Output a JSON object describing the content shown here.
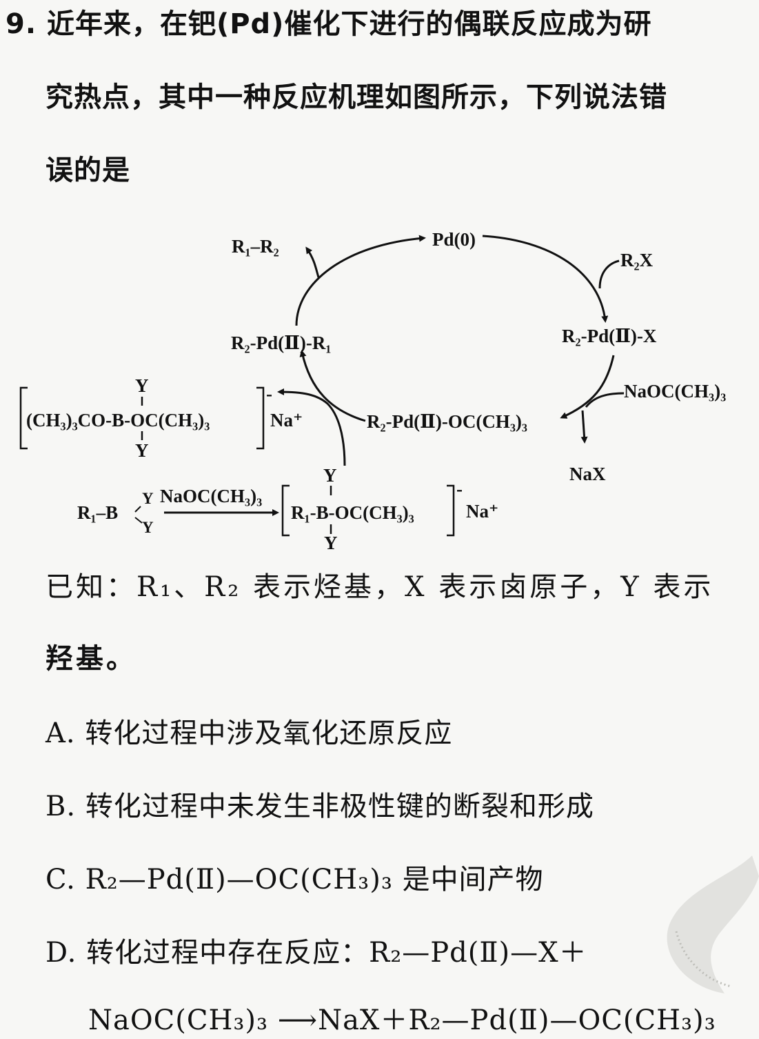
{
  "question": {
    "line1": "9. 近年来，在钯(Pd)催化下进行的偶联反应成为研",
    "line2": "究热点，其中一种反应机理如图所示，下列说法错",
    "line3": "误的是"
  },
  "diagram": {
    "pd0": "Pd(0)",
    "product": "R₁–R₂",
    "r2x": "R₂X",
    "int_r2pdx": "R₂-Pd(Ⅱ)-X",
    "int_r2pdr1": "R₂-Pd(Ⅱ)-R₁",
    "reagent_naoc": "NaOC(CH₃)₃",
    "int_r2pdoc": "R₂-Pd(Ⅱ)-OC(CH₃)₃",
    "byproduct_nax": "NaX",
    "borate_left": "(CH₃)₃CO-B-OC(CH₃)₃",
    "borate_y_top": "Y",
    "borate_y_bottom": "Y",
    "borate_charge": "-",
    "borate_na": "Na⁺",
    "boronic_acid": "R₁–B",
    "boronic_y1": "Y",
    "boronic_y2": "Y",
    "arrow_reagent": "NaOC(CH₃)₃",
    "borate_r1": "R₁-B-OC(CH₃)₃",
    "borate_r1_y_top": "Y",
    "borate_r1_y_bottom": "Y",
    "borate_r1_charge": "-",
    "borate_r1_na": "Na⁺"
  },
  "known": {
    "line1": "已知：R₁、R₂ 表示烃基，X 表示卤原子，Y 表示",
    "line2": "羟基。"
  },
  "options": {
    "A": "A. 转化过程中涉及氧化还原反应",
    "B": "B. 转化过程中未发生非极性键的断裂和形成",
    "C": "C. R₂—Pd(Ⅱ)—OC(CH₃)₃ 是中间产物",
    "D1": "D. 转化过程中存在反应：R₂—Pd(Ⅱ)—X＋",
    "D2": "NaOC(CH₃)₃ ⟶NaX＋R₂—Pd(Ⅱ)—OC(CH₃)₃"
  }
}
